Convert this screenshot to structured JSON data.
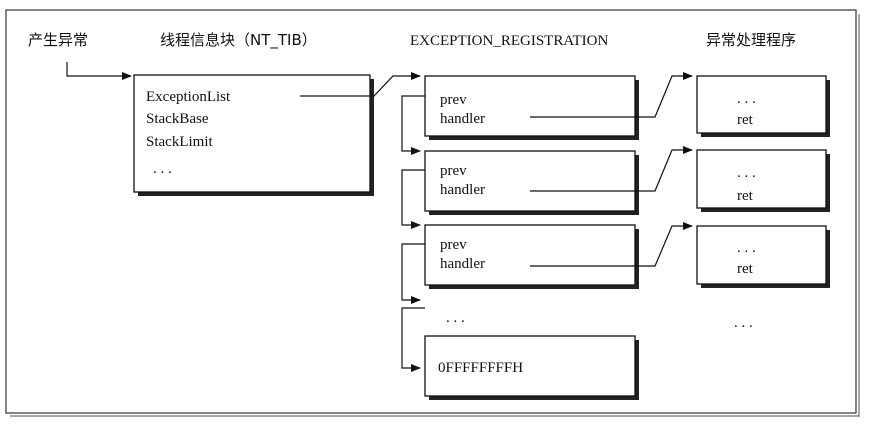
{
  "headers": {
    "exception_source": "产生异常",
    "tib": "线程信息块（NT_TIB）",
    "registration": "EXCEPTION_REGISTRATION",
    "handler_routine": "异常处理程序"
  },
  "tib": {
    "fields": [
      "ExceptionList",
      "StackBase",
      "StackLimit"
    ],
    "more": ". . ."
  },
  "registration_records": [
    {
      "prev": "prev",
      "handler": "handler"
    },
    {
      "prev": "prev",
      "handler": "handler"
    },
    {
      "prev": "prev",
      "handler": "handler"
    }
  ],
  "chain_more": ". . .",
  "chain_end": "0FFFFFFFFH",
  "handler_routines": [
    {
      "body": ". . .",
      "ret": "ret"
    },
    {
      "body": ". . .",
      "ret": "ret"
    },
    {
      "body": ". . .",
      "ret": "ret"
    }
  ],
  "handlers_more": ". . ."
}
